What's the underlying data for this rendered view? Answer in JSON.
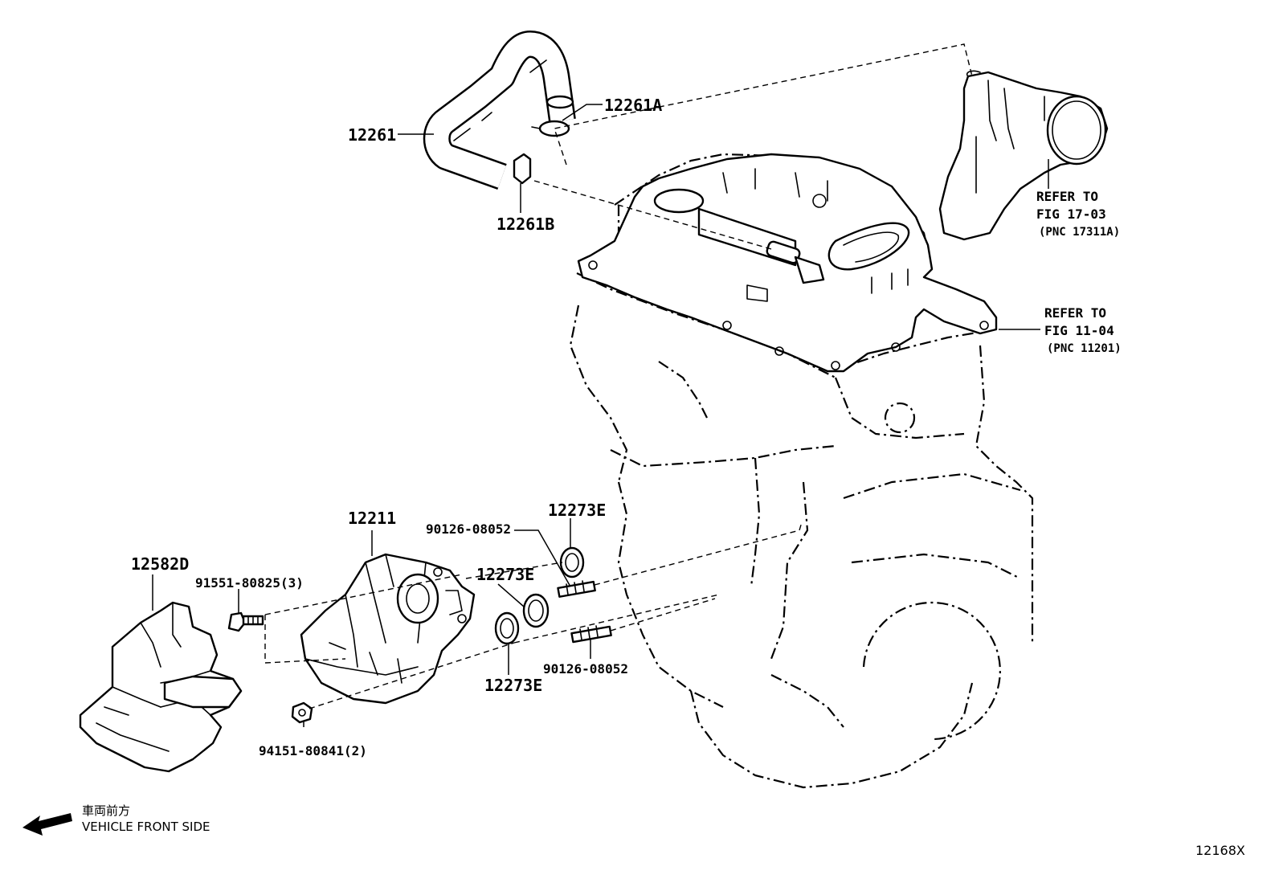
{
  "labels": {
    "hose": "12261",
    "clamp_a": "12261A",
    "clamp_b": "12261B",
    "pump": "12211",
    "insulator": "12582D",
    "bolt": "91551-80825(3)",
    "nut": "94151-80841(2)",
    "stud_upper": "90126-08052",
    "stud_lower": "90126-08052",
    "clamp_e_top": "12273E",
    "clamp_e_mid": "12273E",
    "clamp_e_bottom": "12273E"
  },
  "refs": {
    "intake": {
      "line1": "REFER TO",
      "line2": "FIG 17-03",
      "line3": "(PNC 17311A)"
    },
    "engine": {
      "line1": "REFER TO",
      "line2": "FIG 11-04",
      "line3": "(PNC 11201)"
    }
  },
  "direction": {
    "jp": "車両前方",
    "en": "VEHICLE FRONT SIDE"
  },
  "figure_code": "12168X"
}
